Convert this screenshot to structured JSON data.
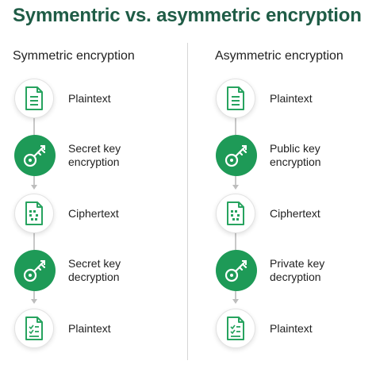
{
  "title": "Symmentric vs. asymmetric encryption",
  "columns": [
    {
      "heading": "Symmetric encryption",
      "steps": [
        {
          "icon": "plaintext-document-icon",
          "line1": "Plaintext",
          "line2": ""
        },
        {
          "icon": "key-icon",
          "line1": "Secret key",
          "line2": "encryption"
        },
        {
          "icon": "ciphertext-document-icon",
          "line1": "Ciphertext",
          "line2": ""
        },
        {
          "icon": "key-icon",
          "line1": "Secret key",
          "line2": "decryption"
        },
        {
          "icon": "verified-document-icon",
          "line1": "Plaintext",
          "line2": ""
        }
      ]
    },
    {
      "heading": "Asymmetric encryption",
      "steps": [
        {
          "icon": "plaintext-document-icon",
          "line1": "Plaintext",
          "line2": ""
        },
        {
          "icon": "key-icon",
          "line1": "Public key",
          "line2": "encryption"
        },
        {
          "icon": "ciphertext-document-icon",
          "line1": "Ciphertext",
          "line2": ""
        },
        {
          "icon": "key-icon",
          "line1": "Private key",
          "line2": "decryption"
        },
        {
          "icon": "verified-document-icon",
          "line1": "Plaintext",
          "line2": ""
        }
      ]
    }
  ],
  "colors": {
    "title": "#1f5c46",
    "accent_green": "#1e9a57",
    "icon_green": "#27a35f",
    "connector": "#c8c8c8"
  }
}
